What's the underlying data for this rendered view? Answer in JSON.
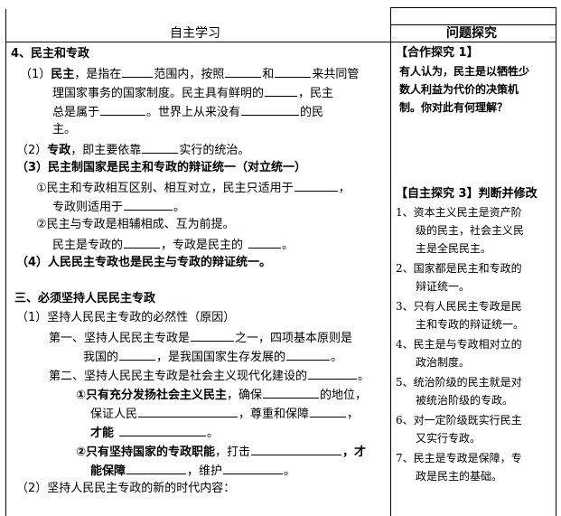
{
  "header": {
    "left_title": "自主学习",
    "right_title": "问题探究"
  },
  "left": {
    "s4_title": "4、民主和专政",
    "s4_1_num": "（1）",
    "s4_1_term": "民主",
    "s4_1_a": "，是指在",
    "s4_1_b": "范围内，按照",
    "s4_1_c": "和",
    "s4_1_d": "来共同管",
    "s4_1_e": "理国家事务的国家制度。民主具有鲜明的",
    "s4_1_f": "，民主",
    "s4_1_g": "总是属于",
    "s4_1_h": "。世界上从来没有",
    "s4_1_i": "的民",
    "s4_1_j": "主。",
    "s4_2_num": "（2）",
    "s4_2_term": "专政",
    "s4_2_a": "，即主要依靠",
    "s4_2_b": "实行的统治。",
    "s4_3": "（3）民主制国家是民主和专政的辩证统一（对立统一）",
    "s4_3_1a": "①民主和专政相互区别、相互对立，民主只适用于",
    "s4_3_1b": "，",
    "s4_3_1c": "专政则适用于",
    "s4_3_1d": "。",
    "s4_3_2": "②民主与专政是相辅相成、互为前提。",
    "s4_3_2a": "民主是专政的",
    "s4_3_2b": "，专政是民主的",
    "s4_3_2c": "。",
    "s4_4": "（4）人民民主专政也是民主与专政的辩证统一。",
    "s3_title": "三、必须坚持人民民主专政",
    "s3_1": "（1）坚持人民民主专政的必然性（原因）",
    "s3_1a1": "第一、坚持人民民主专政是",
    "s3_1a2": "之一，四项基本原则是",
    "s3_1a3": "我国的",
    "s3_1a4": "，是我国国家生存发展的",
    "s3_1a5": "。",
    "s3_1b1": "第二、坚持人民民主专政是社会主义现代化建设的",
    "s3_1b2": "。",
    "s3_1b3_bold": "①只有充分发扬社会主义民主",
    "s3_1b3": "，确保",
    "s3_1b3b": "的地位，",
    "s3_1b4": "保证人民",
    "s3_1b4b": "，尊重和保障",
    "s3_1b4c": "，",
    "s3_1b5": "才能",
    "s3_1b5b": "。",
    "s3_1b6_bold": "②只有坚持国家的专政职能",
    "s3_1b6": "，打击",
    "s3_1b6b": "，才",
    "s3_1b7": "能保障",
    "s3_1b7b": "，维护",
    "s3_1b7c": "。",
    "s3_2": "（2）坚持人民民主专政的新的时代内容："
  },
  "right": {
    "coop_title": "【合作探究 1】",
    "coop_l1": "有人认为，民主是以牺牲少",
    "coop_l2": "数人利益为代价的决策机",
    "coop_l3": "制。你对此有何理解？",
    "self_title": "【自主探究 3】判断并修改",
    "items": [
      {
        "l1": "1、资本主义民主是资产阶",
        "l2": "级的民主，社会主义民",
        "l3": "主是全民民主。"
      },
      {
        "l1": "2、国家都是民主和专政的",
        "l2": "辩证统一。",
        "l3": ""
      },
      {
        "l1": "3、只有人民民主专政是民",
        "l2": "主和专政的辩证统一。",
        "l3": ""
      },
      {
        "l1": "4、民主是与专政相对立的",
        "l2": "政治制度。",
        "l3": ""
      },
      {
        "l1": "5、统治阶级的民主就是对",
        "l2": "被统治阶级的专政。",
        "l3": ""
      },
      {
        "l1": "6、对一定阶级既实行民主",
        "l2": "又实行专政。",
        "l3": ""
      },
      {
        "l1": "7、民主是专政是保障，专",
        "l2": "政是民主的基础。",
        "l3": ""
      }
    ]
  }
}
